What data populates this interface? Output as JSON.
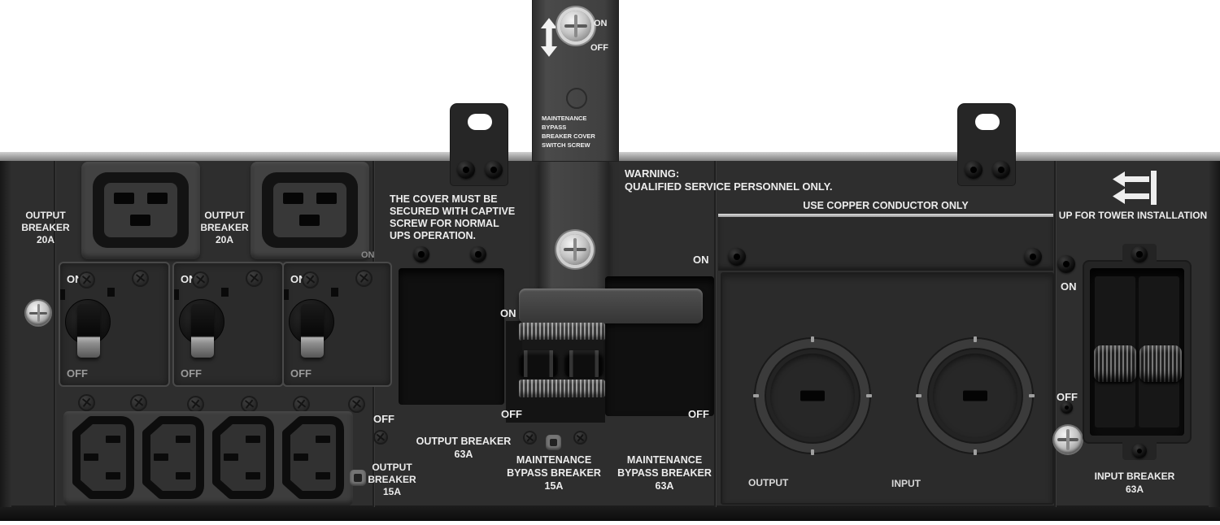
{
  "states": {
    "on": "ON",
    "off": "OFF"
  },
  "top_plate": {
    "lines": [
      "MAINTENANCE",
      "BYPASS",
      "BREAKER COVER",
      "SWITCH SCREW"
    ]
  },
  "warning": {
    "line1": "WARNING:",
    "line2": "QUALIFIED SERVICE PERSONNEL ONLY."
  },
  "cover_note": {
    "lines": [
      "THE COVER MUST BE",
      "SECURED WITH CAPTIVE",
      "SCREW FOR NORMAL",
      "UPS OPERATION."
    ]
  },
  "tower": {
    "label": "UP FOR TOWER INSTALLATION"
  },
  "terminal": {
    "title": "USE COPPER CONDUCTOR ONLY",
    "output": "OUTPUT",
    "input": "INPUT"
  },
  "breakers": {
    "output_20a": {
      "lines": [
        "OUTPUT",
        "BREAKER",
        "20A"
      ]
    },
    "output_63a": {
      "lines": [
        "OUTPUT BREAKER",
        "63A"
      ]
    },
    "output_15a": {
      "lines": [
        "OUTPUT",
        "BREAKER",
        "15A"
      ]
    },
    "maint_15a": {
      "lines": [
        "MAINTENANCE",
        "BYPASS BREAKER",
        "15A"
      ]
    },
    "maint_63a": {
      "lines": [
        "MAINTENANCE",
        "BYPASS BREAKER",
        "63A"
      ]
    },
    "input_63a": {
      "lines": [
        "INPUT BREAKER",
        "63A"
      ]
    }
  },
  "colors": {
    "panel": "#2e2e2e",
    "recess": "#101010",
    "label_text": "#ececec",
    "silver": "#c9c9c9"
  }
}
